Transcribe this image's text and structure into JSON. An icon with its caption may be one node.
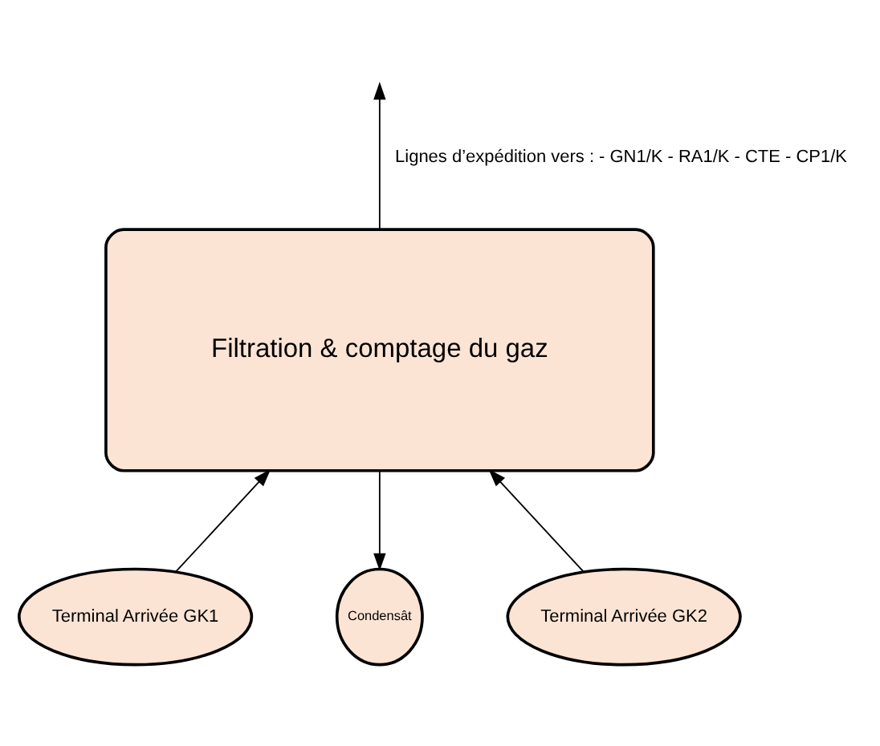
{
  "diagram": {
    "nodes": [
      {
        "text": [
          "Filtration & comptage du gaz"
        ]
      },
      {
        "text": [
          "Terminal Arrivée GK1"
        ]
      },
      {
        "text": [
          "Condensât"
        ]
      },
      {
        "text": [
          "Terminal Arrivée GK2"
        ]
      }
    ],
    "edges": [
      {
        "from": 1,
        "to": 0,
        "arrow": "to"
      },
      {
        "from": 0,
        "to": 2,
        "arrow": "to"
      },
      {
        "from": 3,
        "to": 0,
        "arrow": "to"
      },
      {
        "from": 0,
        "to": null,
        "arrow": "to",
        "label": "Lignes d’expédition vers : - GN1/K - RA1/K - CTE - CP1/K"
      }
    ]
  }
}
